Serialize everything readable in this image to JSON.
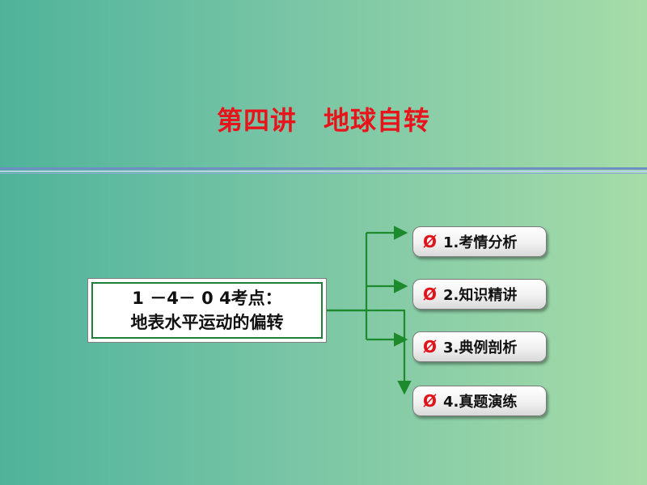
{
  "slide": {
    "title": "第四讲　地球自转",
    "topic": {
      "line1": "1 －4－ 0 4考点：",
      "line2": "地表水平运动的偏转"
    },
    "menu": [
      {
        "bullet": "Ø",
        "label": "1.考情分析"
      },
      {
        "bullet": "Ø",
        "label": "2.知识精讲"
      },
      {
        "bullet": "Ø",
        "label": "3.典例剖析"
      },
      {
        "bullet": "Ø",
        "label": "4.真题演练"
      }
    ]
  },
  "colors": {
    "title": "#e8141b",
    "connector": "#1e8a2e",
    "bullet": "#e0141b"
  },
  "icons": {
    "bullet": "empty-set-bullet-icon",
    "arrow": "arrow-right-icon"
  }
}
